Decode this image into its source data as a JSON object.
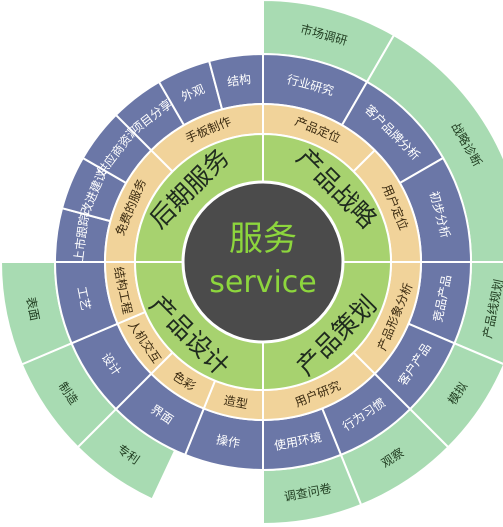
{
  "colors": {
    "center": "#4b4b4b",
    "center_text": "#8dd63d",
    "inner_ring": "#a7d26f",
    "orange_ring": "#f1d39a",
    "blue_ring": "#6b77a7",
    "green_ring": "#a8dbb2",
    "separator": "#ffffff"
  },
  "center": {
    "title": "服务",
    "subtitle": "service"
  },
  "sectors": [
    {
      "name": "产品战略",
      "orange": [
        "产品定位",
        "用户定位"
      ],
      "blue": [
        "行业研究",
        "客户品牌分析",
        "初步分析"
      ],
      "green": [
        "市场调研",
        "战略诊断"
      ]
    },
    {
      "name": "产品策划",
      "orange": [
        "产品形象分析",
        "用户研究"
      ],
      "blue": [
        "竞品产品",
        "客户产品",
        "行为习惯",
        "使用环境"
      ],
      "green": [
        "产品线规划",
        "模拟",
        "观察",
        "调查问卷"
      ]
    },
    {
      "name": "产品设计",
      "orange": [
        "造型",
        "色彩",
        "人机交互",
        "结构工程"
      ],
      "blue": [
        "操作",
        "界面",
        "设计",
        "工艺"
      ],
      "green": [
        "专利",
        "制造",
        "表面"
      ]
    },
    {
      "name": "后期服务",
      "orange": [
        "免费的服务",
        "手板制作"
      ],
      "blue": [
        "上市跟踪",
        "改进建议",
        "供应商资源",
        "项目分享",
        "外观",
        "结构"
      ],
      "green": []
    }
  ]
}
